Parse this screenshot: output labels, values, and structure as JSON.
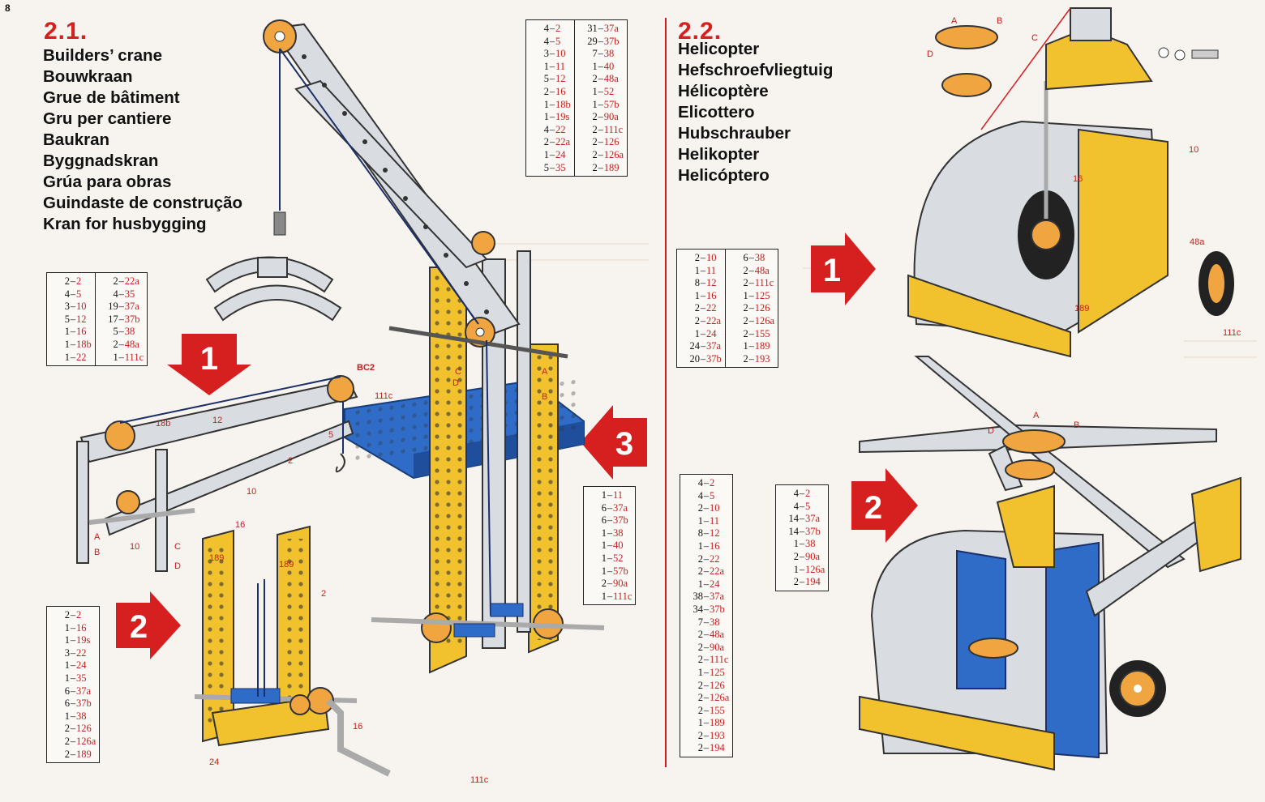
{
  "page_number": "8",
  "crane": {
    "section_number": "2.1.",
    "titles": [
      "Builders’ crane",
      "Bouwkraan",
      "Grue de bâtiment",
      "Gru per cantiere",
      "Baukran",
      "Byggnadskran",
      "Grúa para obras",
      "Guindaste de construção",
      "Kran for husbygging"
    ],
    "steps": [
      "1",
      "2",
      "3"
    ],
    "total_parts": {
      "col1": [
        [
          "4",
          "2"
        ],
        [
          "4",
          "5"
        ],
        [
          "3",
          "10"
        ],
        [
          "1",
          "11"
        ],
        [
          "5",
          "12"
        ],
        [
          "2",
          "16"
        ],
        [
          "1",
          "18b"
        ],
        [
          "1",
          "19s"
        ],
        [
          "4",
          "22"
        ],
        [
          "2",
          "22a"
        ],
        [
          "1",
          "24"
        ],
        [
          "5",
          "35"
        ]
      ],
      "col2": [
        [
          "31",
          "37a"
        ],
        [
          "29",
          "37b"
        ],
        [
          "7",
          "38"
        ],
        [
          "1",
          "40"
        ],
        [
          "2",
          "48a"
        ],
        [
          "1",
          "52"
        ],
        [
          "1",
          "57b"
        ],
        [
          "2",
          "90a"
        ],
        [
          "2",
          "111c"
        ],
        [
          "2",
          "126"
        ],
        [
          "2",
          "126a"
        ],
        [
          "2",
          "189"
        ]
      ]
    },
    "step1_parts": {
      "col1": [
        [
          "2",
          "2"
        ],
        [
          "4",
          "5"
        ],
        [
          "3",
          "10"
        ],
        [
          "5",
          "12"
        ],
        [
          "1",
          "16"
        ],
        [
          "1",
          "18b"
        ],
        [
          "1",
          "22"
        ]
      ],
      "col2": [
        [
          "2",
          "22a"
        ],
        [
          "4",
          "35"
        ],
        [
          "19",
          "37a"
        ],
        [
          "17",
          "37b"
        ],
        [
          "5",
          "38"
        ],
        [
          "2",
          "48a"
        ],
        [
          "1",
          "111c"
        ]
      ]
    },
    "step2_parts": {
      "col1": [
        [
          "2",
          "2"
        ],
        [
          "1",
          "16"
        ],
        [
          "1",
          "19s"
        ],
        [
          "3",
          "22"
        ],
        [
          "1",
          "24"
        ],
        [
          "1",
          "35"
        ],
        [
          "6",
          "37a"
        ],
        [
          "6",
          "37b"
        ],
        [
          "1",
          "38"
        ],
        [
          "2",
          "126"
        ],
        [
          "2",
          "126a"
        ],
        [
          "2",
          "189"
        ]
      ]
    },
    "step3_parts": {
      "col1": [
        [
          "1",
          "11"
        ],
        [
          "6",
          "37a"
        ],
        [
          "6",
          "37b"
        ],
        [
          "1",
          "38"
        ],
        [
          "1",
          "40"
        ],
        [
          "1",
          "52"
        ],
        [
          "1",
          "57b"
        ],
        [
          "2",
          "90a"
        ],
        [
          "1",
          "111c"
        ]
      ]
    },
    "callouts": [
      "BC2",
      "111c",
      "18b",
      "12",
      "5",
      "2",
      "10",
      "16",
      "10",
      "A",
      "B",
      "C",
      "D",
      "189",
      "189",
      "2",
      "16",
      "24",
      "111c",
      "C",
      "D",
      "A",
      "B"
    ]
  },
  "helicopter": {
    "section_number": "2.2.",
    "titles": [
      "Helicopter",
      "Hefschroefvliegtuig",
      "Hélicoptère",
      "Elicottero",
      "Hubschrauber",
      "Helikopter",
      "Helicóptero"
    ],
    "steps": [
      "1",
      "2"
    ],
    "step1_parts": {
      "col1": [
        [
          "2",
          "10"
        ],
        [
          "1",
          "11"
        ],
        [
          "8",
          "12"
        ],
        [
          "1",
          "16"
        ],
        [
          "2",
          "22"
        ],
        [
          "2",
          "22a"
        ],
        [
          "1",
          "24"
        ],
        [
          "24",
          "37a"
        ],
        [
          "20",
          "37b"
        ]
      ],
      "col2": [
        [
          "6",
          "38"
        ],
        [
          "2",
          "48a"
        ],
        [
          "2",
          "111c"
        ],
        [
          "1",
          "125"
        ],
        [
          "2",
          "126"
        ],
        [
          "2",
          "126a"
        ],
        [
          "2",
          "155"
        ],
        [
          "1",
          "189"
        ],
        [
          "2",
          "193"
        ]
      ]
    },
    "total_parts": {
      "col1": [
        [
          "4",
          "2"
        ],
        [
          "4",
          "5"
        ],
        [
          "2",
          "10"
        ],
        [
          "1",
          "11"
        ],
        [
          "8",
          "12"
        ],
        [
          "1",
          "16"
        ],
        [
          "2",
          "22"
        ],
        [
          "2",
          "22a"
        ],
        [
          "1",
          "24"
        ],
        [
          "38",
          "37a"
        ],
        [
          "34",
          "37b"
        ],
        [
          "7",
          "38"
        ],
        [
          "2",
          "48a"
        ],
        [
          "2",
          "90a"
        ],
        [
          "2",
          "111c"
        ],
        [
          "1",
          "125"
        ],
        [
          "2",
          "126"
        ],
        [
          "2",
          "126a"
        ],
        [
          "2",
          "155"
        ],
        [
          "1",
          "189"
        ],
        [
          "2",
          "193"
        ],
        [
          "2",
          "194"
        ]
      ]
    },
    "step2_parts": {
      "col1": [
        [
          "4",
          "2"
        ],
        [
          "4",
          "5"
        ],
        [
          "14",
          "37a"
        ],
        [
          "14",
          "37b"
        ],
        [
          "1",
          "38"
        ],
        [
          "2",
          "90a"
        ],
        [
          "1",
          "126a"
        ],
        [
          "2",
          "194"
        ]
      ]
    },
    "callouts": [
      "A",
      "B",
      "C",
      "D",
      "10",
      "16",
      "48a",
      "189",
      "111c",
      "A",
      "B",
      "D"
    ]
  },
  "colors": {
    "accent_red": "#d62020",
    "part_yellow": "#f2c12e",
    "part_blue": "#2f6cc7",
    "part_silver": "#d9dde2",
    "page_bg": "#f7f4ef"
  }
}
